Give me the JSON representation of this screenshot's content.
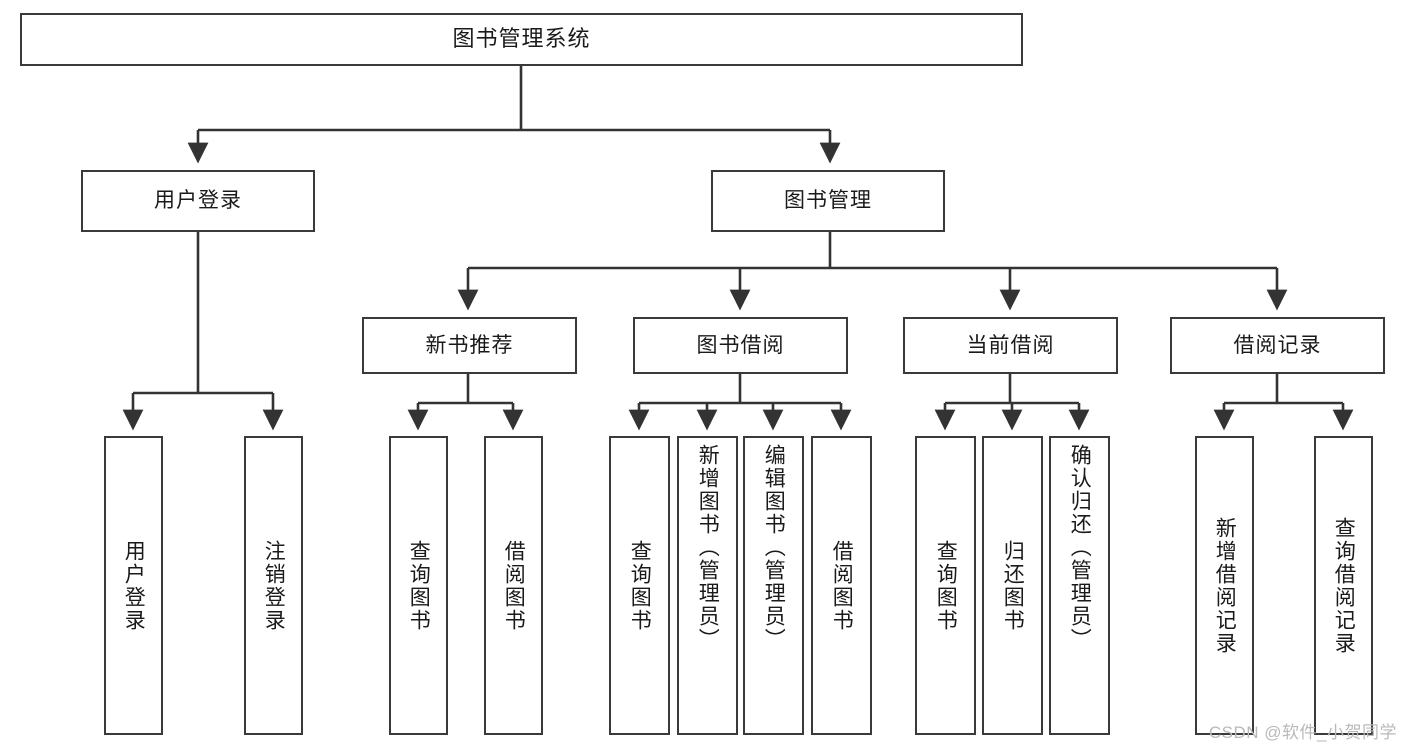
{
  "diagram": {
    "title": "图书管理系统",
    "type": "tree",
    "watermark": "CSDN @软件_小贺同学",
    "colors": {
      "box_border": "#3a3a3a",
      "box_fill": "#ffffff",
      "edge": "#333333",
      "text": "#1a1a1a",
      "watermark": "#b9b9b9",
      "background": "#ffffff"
    },
    "nodes": {
      "root": {
        "label": "图书管理系统",
        "level": 0,
        "orientation": "horizontal"
      },
      "l1": [
        {
          "id": "user_login",
          "label": "用户登录",
          "level": 1,
          "orientation": "horizontal"
        },
        {
          "id": "book_manage",
          "label": "图书管理",
          "level": 1,
          "orientation": "horizontal"
        }
      ],
      "l2": [
        {
          "id": "new_book_rec",
          "label": "新书推荐",
          "level": 2,
          "orientation": "horizontal",
          "parent": "book_manage"
        },
        {
          "id": "book_borrow",
          "label": "图书借阅",
          "level": 2,
          "orientation": "horizontal",
          "parent": "book_manage"
        },
        {
          "id": "current_borrow",
          "label": "当前借阅",
          "level": 2,
          "orientation": "horizontal",
          "parent": "book_manage"
        },
        {
          "id": "borrow_record",
          "label": "借阅记录",
          "level": 2,
          "orientation": "horizontal",
          "parent": "book_manage"
        }
      ],
      "leaves": {
        "user_login": [
          {
            "id": "leaf_user_login",
            "label": "用户登录"
          },
          {
            "id": "leaf_logout",
            "label": "注销登录"
          }
        ],
        "new_book_rec": [
          {
            "id": "leaf_query_book_1",
            "label": "查询图书"
          },
          {
            "id": "leaf_borrow_book_1",
            "label": "借阅图书"
          }
        ],
        "book_borrow": [
          {
            "id": "leaf_query_book_2",
            "label": "查询图书"
          },
          {
            "id": "leaf_add_book",
            "label": "新增图书（管理员）"
          },
          {
            "id": "leaf_edit_book",
            "label": "编辑图书（管理员）"
          },
          {
            "id": "leaf_borrow_book_2",
            "label": "借阅图书"
          }
        ],
        "current_borrow": [
          {
            "id": "leaf_query_book_3",
            "label": "查询图书"
          },
          {
            "id": "leaf_return_book",
            "label": "归还图书"
          },
          {
            "id": "leaf_confirm_return",
            "label": "确认归还（管理员）"
          }
        ],
        "borrow_record": [
          {
            "id": "leaf_add_record",
            "label": "新增借阅记录"
          },
          {
            "id": "leaf_query_record",
            "label": "查询借阅记录"
          }
        ]
      }
    }
  }
}
